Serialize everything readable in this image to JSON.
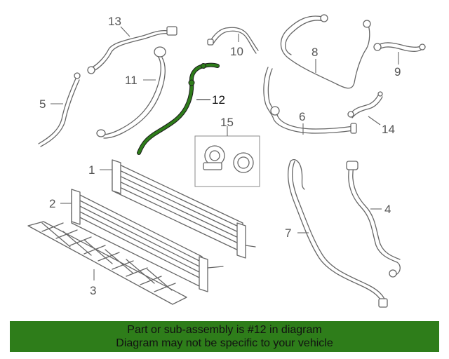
{
  "callouts": {
    "c1": "1",
    "c2": "2",
    "c3": "3",
    "c4": "4",
    "c5": "5",
    "c6": "6",
    "c7": "7",
    "c8": "8",
    "c9": "9",
    "c10": "10",
    "c11": "11",
    "c12": "12",
    "c13": "13",
    "c14": "14",
    "c15": "15"
  },
  "highlight": {
    "part_number": "12",
    "color": "#2e7d1a"
  },
  "banner": {
    "line1": "Part or sub-assembly is #12 in diagram",
    "line2": "Diagram may not be specific to your vehicle",
    "background": "#2e7d1a"
  }
}
